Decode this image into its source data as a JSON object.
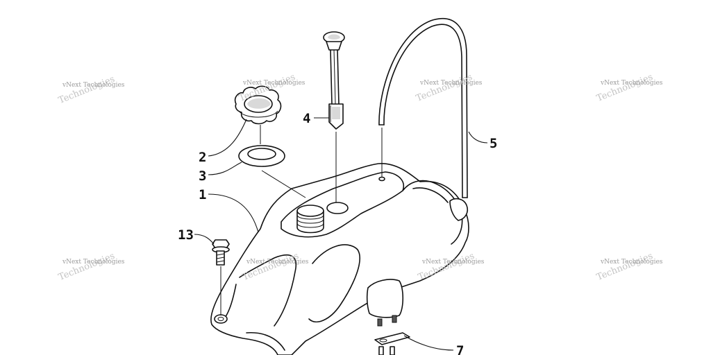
{
  "diagram": {
    "callouts": [
      {
        "id": "1",
        "label": "1"
      },
      {
        "id": "2",
        "label": "2"
      },
      {
        "id": "3",
        "label": "3"
      },
      {
        "id": "4",
        "label": "4"
      },
      {
        "id": "5",
        "label": "5"
      },
      {
        "id": "7",
        "label": "7"
      },
      {
        "id": "13",
        "label": "13"
      }
    ],
    "watermark": {
      "text": "vNext Technologies",
      "overlay_word": "Technologies"
    }
  }
}
